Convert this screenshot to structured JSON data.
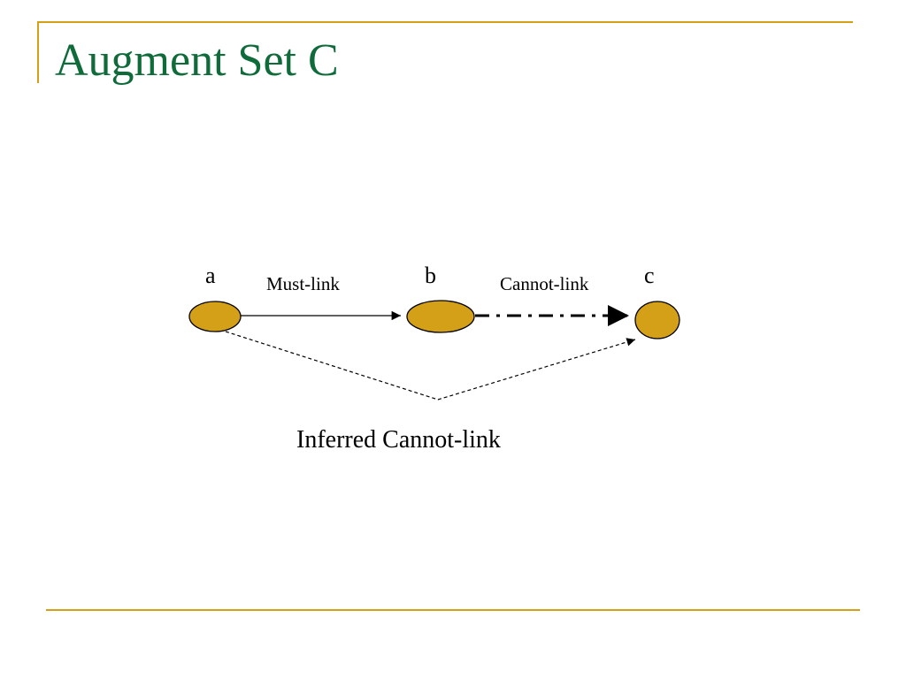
{
  "slide": {
    "title": "Augment Set C"
  },
  "diagram": {
    "nodes": [
      {
        "id": "a",
        "label": "a"
      },
      {
        "id": "b",
        "label": "b"
      },
      {
        "id": "c",
        "label": "c"
      }
    ],
    "edges": [
      {
        "from": "a",
        "to": "b",
        "label": "Must-link",
        "style": "solid"
      },
      {
        "from": "b",
        "to": "c",
        "label": "Cannot-link",
        "style": "dash-dot"
      },
      {
        "from": "a",
        "to": "c",
        "label": "Inferred Cannot-link",
        "style": "dashed"
      }
    ]
  },
  "colors": {
    "node_fill": "#d4a017",
    "node_stroke": "#000000",
    "accent_rule": "#d4a017",
    "title_text": "#0f6b3a"
  }
}
